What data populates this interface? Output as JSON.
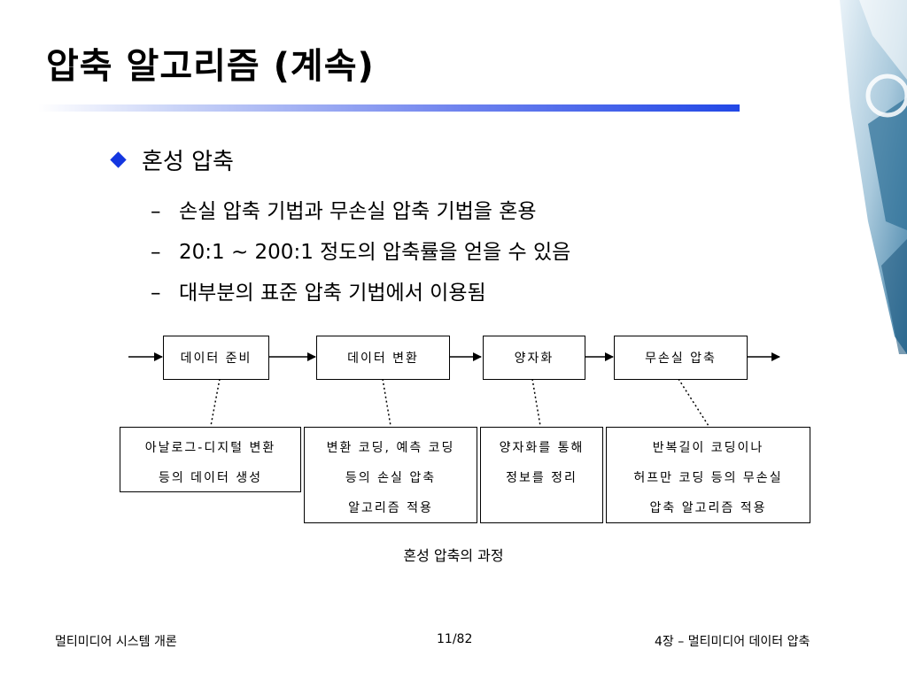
{
  "slide": {
    "title": "압축 알고리즘 (계속)",
    "bullet": "혼성 압축",
    "subbullets": [
      "손실 압축 기법과 무손실 압축 기법을 혼용",
      "20:1 ~ 200:1 정도의 압축률을 얻을 수 있음",
      "대부분의 표준 압축 기법에서 이용됨"
    ],
    "dash": "–"
  },
  "diagram": {
    "steps": [
      "데이터 준비",
      "데이터 변환",
      "양자화",
      "무손실 압축"
    ],
    "descriptions": [
      [
        "아날로그-디지털 변환",
        "등의 데이터 생성"
      ],
      [
        "변환 코딩, 예측 코딩",
        "등의 손실 압축",
        "알고리즘 적용"
      ],
      [
        "양자화를 통해",
        "정보를 정리"
      ],
      [
        "반복길이 코딩이나",
        "허프만 코딩 등의 무손실",
        "압축 알고리즘 적용"
      ]
    ],
    "caption": "혼성 압축의 과정"
  },
  "footer": {
    "left": "멀티미디어 시스템 개론",
    "center": "11/82",
    "right": "4장 – 멀티미디어 데이터 압축"
  },
  "colors": {
    "bullet": "#1436e0",
    "rule_end": "#2248e6"
  }
}
